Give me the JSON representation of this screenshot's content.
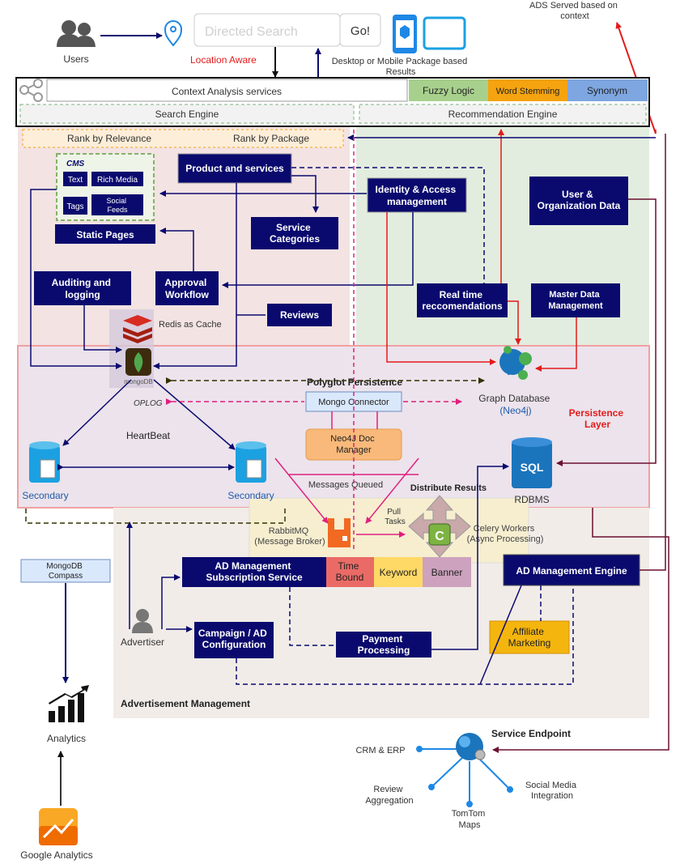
{
  "top": {
    "users_label": "Users",
    "search_placeholder": "Directed Search",
    "go_button": "Go!",
    "location_aware": "Location Aware",
    "package_results_line1": "Desktop or Mobile Package based",
    "package_results_line2": "Results",
    "ads_served_line1": "ADS Served based on",
    "ads_served_line2": "context"
  },
  "bars": {
    "context_analysis": "Context Analysis services",
    "fuzzy_logic": "Fuzzy Logic",
    "word_stemming": "Word Stemming",
    "synonym": "Synonym",
    "search_engine": "Search Engine",
    "recommendation_engine": "Recommendation Engine",
    "rank_by_relevance": "Rank by Relevance",
    "rank_by_package": "Rank by Package"
  },
  "content": {
    "cms": "CMS",
    "cms_text": "Text",
    "cms_rich_media": "Rich Media",
    "cms_tags": "Tags",
    "cms_social_line1": "Social",
    "cms_social_line2": "Feeds",
    "static_pages": "Static Pages",
    "product_services": "Product and services",
    "service_categories_line1": "Service",
    "service_categories_line2": "Categories",
    "auditing_line1": "Auditing and",
    "auditing_line2": "logging",
    "approval_line1": "Approval",
    "approval_line2": "Workflow",
    "reviews": "Reviews",
    "redis": "Redis as Cache"
  },
  "recommendation": {
    "iam_line1": "Identity & Access",
    "iam_line2": "management",
    "user_org_line1": "User &",
    "user_org_line2": "Organization Data",
    "realtime_line1": "Real time",
    "realtime_line2": "reccomendations",
    "mdm_line1": "Master Data",
    "mdm_line2": "Management"
  },
  "persistence": {
    "mongodb": "mongoDB",
    "polyglot": "Polyglot Persistence",
    "oplog": "OPLOG",
    "mongo_connector": "Mongo Connector",
    "graph_db_line1": "Graph Database",
    "graph_db_line2": "(Neo4j)",
    "layer_line1": "Persistence",
    "layer_line2": "Layer",
    "heartbeat": "HeartBeat",
    "neo4j_doc_line1": "Neo4J Doc",
    "neo4j_doc_line2": "Manager",
    "secondary_left": "Secondary",
    "secondary_right": "Secondary",
    "messages_queued": "Messages Queued",
    "distribute_results": "Distribute Results",
    "rdbms": "RDBMS",
    "sql": "SQL",
    "rabbit_line1": "RabbitMQ",
    "rabbit_line2": "(Message Broker)",
    "pull_tasks_line1": "Pull",
    "pull_tasks_line2": "Tasks",
    "celery_line1": "Celery Workers",
    "celery_line2": "(Async Processing)"
  },
  "ads": {
    "compass_line1": "MongoDB",
    "compass_line2": "Compass",
    "ad_sub_line1": "AD Management",
    "ad_sub_line2": "Subscription Service",
    "time_bound_line1": "Time",
    "time_bound_line2": "Bound",
    "keyword": "Keyword",
    "banner": "Banner",
    "ad_engine": "AD Management Engine",
    "advertiser": "Advertiser",
    "campaign_line1": "Campaign / AD",
    "campaign_line2": "Configuration",
    "payment_line1": "Payment",
    "payment_line2": "Processing",
    "affiliate_line1": "Affiliate",
    "affiliate_line2": "Marketing",
    "section_label": "Advertisement Management"
  },
  "bottom": {
    "analytics": "Analytics",
    "google_analytics": "Google Analytics",
    "service_endpoint": "Service Endpoint",
    "crm_erp": "CRM & ERP",
    "review_line1": "Review",
    "review_line2": "Aggregation",
    "tomtom_line1": "TomTom",
    "tomtom_line2": "Maps",
    "social_line1": "Social Media",
    "social_line2": "Integration"
  },
  "colors": {
    "navy": "#0a0a6e",
    "red": "#e31b1b",
    "pink": "#e0207f",
    "maroon": "#6b0f2e"
  },
  "icons": [
    "users-icon",
    "location-pin-icon",
    "mobile-icon",
    "tablet-icon",
    "share-icon",
    "redis-icon",
    "mongodb-icon",
    "neo4j-icon",
    "sql-icon",
    "rabbitmq-icon",
    "celery-icon",
    "advertiser-icon",
    "analytics-icon",
    "google-analytics-icon",
    "service-endpoint-icon"
  ]
}
